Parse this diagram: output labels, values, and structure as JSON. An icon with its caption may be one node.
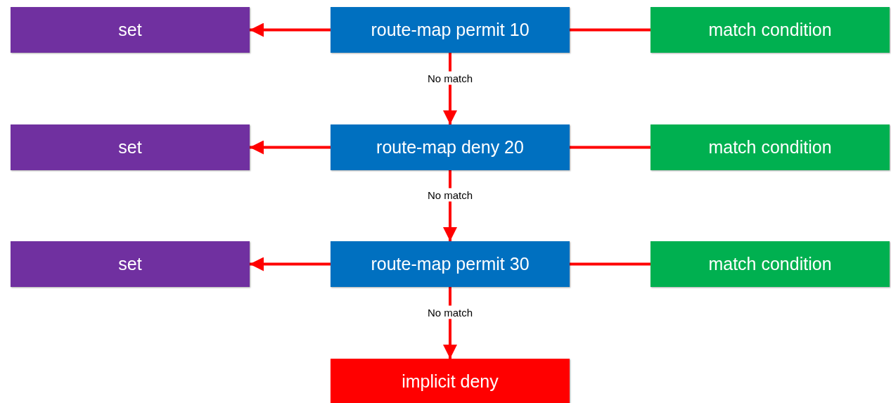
{
  "diagram": {
    "nodes": [
      {
        "text": [
          "set"
        ]
      },
      {
        "text": [
          "route-map permit 10"
        ]
      },
      {
        "text": [
          "match condition"
        ]
      },
      {
        "text": [
          "set"
        ]
      },
      {
        "text": [
          "route-map deny 20"
        ]
      },
      {
        "text": [
          "match condition"
        ]
      },
      {
        "text": [
          "set"
        ]
      },
      {
        "text": [
          "route-map permit 30"
        ]
      },
      {
        "text": [
          "match condition"
        ]
      },
      {
        "text": [
          "implicit deny"
        ]
      }
    ],
    "edges": [
      {
        "from": 1,
        "to": 0,
        "arrow": "to"
      },
      {
        "from": 2,
        "to": 1,
        "arrow": "none"
      },
      {
        "from": 1,
        "to": 4,
        "arrow": "to",
        "label": "No match"
      },
      {
        "from": 4,
        "to": 3,
        "arrow": "to"
      },
      {
        "from": 5,
        "to": 4,
        "arrow": "none"
      },
      {
        "from": 4,
        "to": 7,
        "arrow": "to",
        "label": "No match"
      },
      {
        "from": 7,
        "to": 6,
        "arrow": "to"
      },
      {
        "from": 8,
        "to": 7,
        "arrow": "none"
      },
      {
        "from": 7,
        "to": 9,
        "arrow": "to",
        "label": "No match"
      }
    ]
  }
}
